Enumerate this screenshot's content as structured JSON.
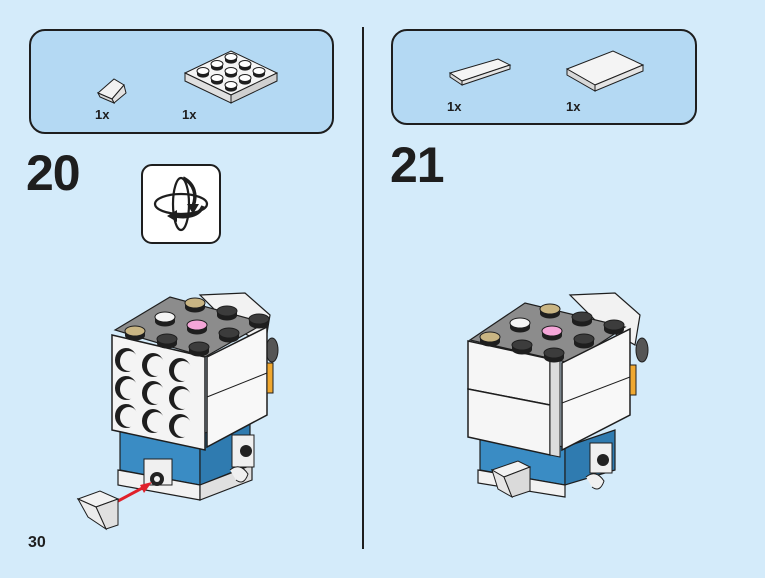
{
  "page": {
    "number": "30",
    "background_color": "#d4ebfa"
  },
  "steps": [
    {
      "number": "20",
      "parts_panel": {
        "items": [
          {
            "part": "white-slope-1x1",
            "quantity": "1x"
          },
          {
            "part": "white-plate-3x3",
            "quantity": "1x"
          }
        ]
      },
      "rotate_indicator": "rotate-model-icon",
      "annotation": "red-arrow-attach-slope-to-front"
    },
    {
      "number": "21",
      "parts_panel": {
        "items": [
          {
            "part": "white-tile-1x3",
            "quantity": "1x"
          },
          {
            "part": "white-tile-2x3",
            "quantity": "1x"
          }
        ]
      }
    }
  ],
  "colors": {
    "panel_fill": "#b4d9f3",
    "outline": "#1e1e1e",
    "brick_white": "#f4f4f4",
    "brick_blue": "#3a8cc4",
    "stud_dark": "#3c3c3c",
    "stud_tan": "#c9b583",
    "stud_pink": "#f5a6d8",
    "accent_orange": "#f0a830",
    "arrow_red": "#e0202a"
  }
}
